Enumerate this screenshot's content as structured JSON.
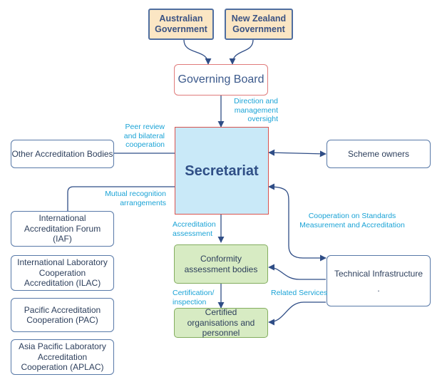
{
  "nodes": {
    "australian_government": "Australian Government",
    "new_zealand_government": "New Zealand Government",
    "governing_board": "Governing Board",
    "secretariat": "Secretariat",
    "other_accreditation_bodies": "Other Accreditation Bodies",
    "scheme_owners": "Scheme owners",
    "iaf": "International Accreditation Forum (IAF)",
    "ilac": "International Laboratory Cooperation Accreditation (ILAC)",
    "pac": "Pacific Accreditation Cooperation (PAC)",
    "aplac": "Asia Pacific Laboratory Accreditation Cooperation (APLAC)",
    "conformity_assessment_bodies": "Conformity assessment bodies",
    "certified_organisations": "Certified organisations and personnel",
    "technical_infrastructure": "Technical Infrastructure",
    "technical_infrastructure_mark": "."
  },
  "labels": {
    "direction_oversight": "Direction and management oversight",
    "peer_review": "Peer review and bilateral cooperation",
    "mutual_recognition": "Mutual recognition arrangements",
    "accreditation_assessment": "Accreditation assessment",
    "cooperation_standards": "Cooperation on Standards Measurement and Accreditation",
    "certification_inspection": "Certification/ inspection",
    "related_services": "Related Services"
  }
}
